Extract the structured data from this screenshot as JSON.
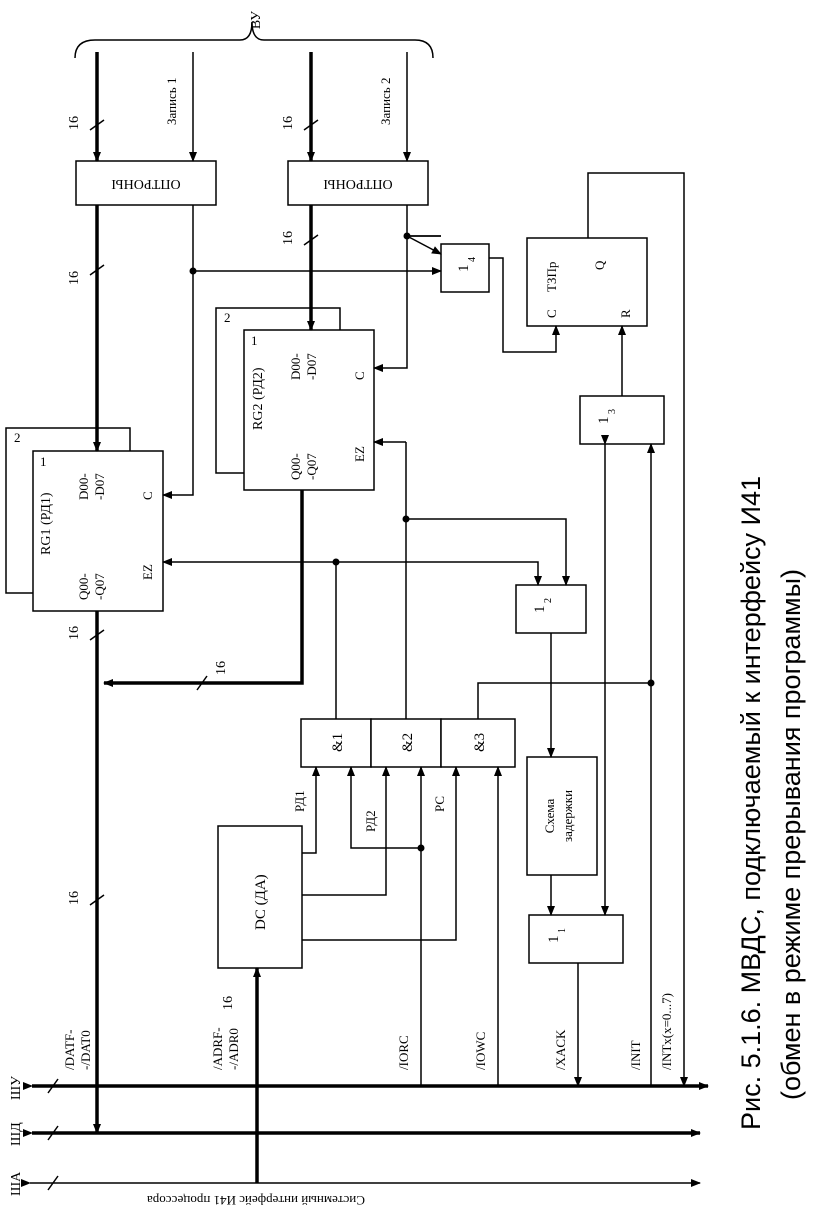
{
  "caption": {
    "line1": "Рис. 5.1.6. МВДС, подключаемый к интерфейсу И41",
    "line2": "(обмен в режиме прерывания программы)"
  },
  "system_interface": "Системный интерфейс И41 процессора",
  "buses": {
    "sha": "ША",
    "shd": "ШД",
    "shu": "ШУ"
  },
  "external_device": "ВУ",
  "signals": {
    "datf": "/DATF-",
    "dat0": "-/DAT0",
    "adrf": "/ADRF-",
    "adr0": "-/ADR0",
    "iorc": "/IORC",
    "iowc": "/IOWC",
    "xack": "/XACK",
    "init": "/INIT",
    "intx": "/INTx(x=0...7)",
    "zapis1": "Запись 1",
    "zapis2": "Запись 2",
    "rd1": "РД1",
    "rd2": "РД2",
    "rs": "РС"
  },
  "widths": {
    "w16": "16"
  },
  "blocks": {
    "optrony": "ОПТРОНЫ",
    "rg1": {
      "title": "RG1 (РД1)",
      "d": "D00-",
      "d2": "-D07",
      "q": "Q00-",
      "q2": "-Q07",
      "c": "C",
      "ez": "EZ",
      "n1": "1",
      "n2": "2"
    },
    "rg2": {
      "title": "RG2 (РД2)",
      "d": "D00-",
      "d2": "-D07",
      "q": "Q00-",
      "q2": "-Q07",
      "c": "C",
      "ez": "EZ",
      "n1": "1",
      "n2": "2"
    },
    "tzpr": {
      "title": "ТЗПр",
      "c": "C",
      "q": "Q",
      "r": "R"
    },
    "dc": "DC (ДА)",
    "and1": "&1",
    "and2": "&2",
    "and3": "&3",
    "or": "1",
    "or1_sub": "1",
    "or2_sub": "2",
    "or3_sub": "3",
    "or4_sub": "4",
    "delay": {
      "l1": "Схема",
      "l2": "задержки"
    }
  }
}
